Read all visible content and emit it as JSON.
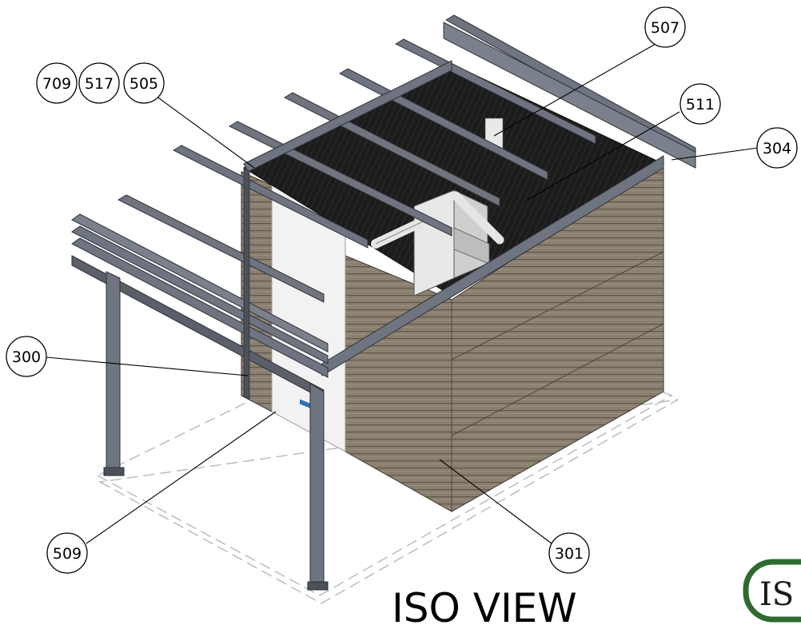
{
  "view_title": "ISO VIEW",
  "logo_text": "IS",
  "colors": {
    "frame": "#6e7480",
    "frame_dark": "#4b5059",
    "frame_light": "#9aa0aa",
    "siding": "#8b8070",
    "siding_dark": "#5f574c",
    "roof_panel": "#1c1c1c",
    "logo_green": "#2f6b2f",
    "door": "#f2f2f2"
  },
  "callouts": [
    {
      "id": "c709",
      "label": "709"
    },
    {
      "id": "c517",
      "label": "517"
    },
    {
      "id": "c505",
      "label": "505"
    },
    {
      "id": "c507",
      "label": "507"
    },
    {
      "id": "c511",
      "label": "511"
    },
    {
      "id": "c304",
      "label": "304"
    },
    {
      "id": "c300",
      "label": "300"
    },
    {
      "id": "c509",
      "label": "509"
    },
    {
      "id": "c301",
      "label": "301"
    }
  ]
}
